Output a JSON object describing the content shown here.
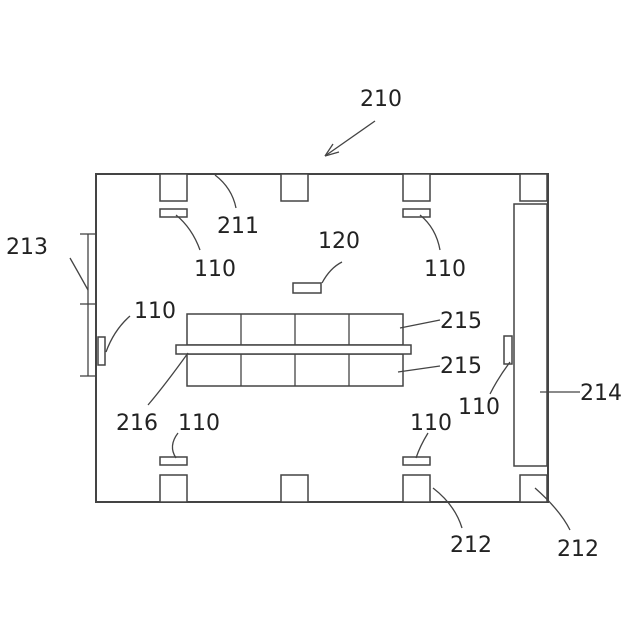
{
  "figure": {
    "ref_main": "210",
    "labels": {
      "l211": "211",
      "l213": "213",
      "l120": "120",
      "l214": "214",
      "l216": "216",
      "l215a": "215",
      "l215b": "215",
      "l212a": "212",
      "l212b": "212",
      "l110_top_left": "110",
      "l110_top_right": "110",
      "l110_left_wall": "110",
      "l110_right_wall": "110",
      "l110_bottom_left": "110",
      "l110_bottom_right": "110"
    }
  }
}
